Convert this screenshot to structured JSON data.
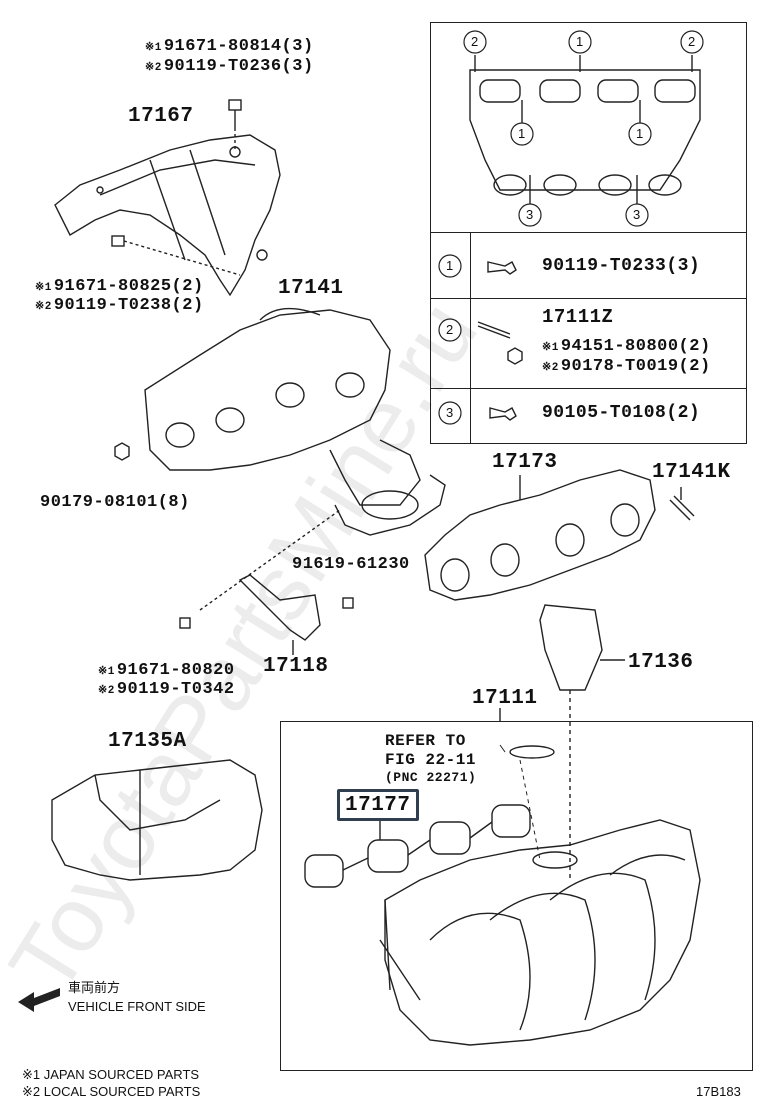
{
  "labels": {
    "heat_insulator_pn": "17167",
    "heat_insulator_bolt_1": "91671-80814(3)",
    "heat_insulator_bolt_2": "90119-T0236(3)",
    "heat_insulator_lower_bolt_1": "91671-80825(2)",
    "heat_insulator_lower_bolt_2": "90119-T0238(2)",
    "exhaust_manifold_pn": "17141",
    "nut_pn": "90179-08101(8)",
    "gasket_pn": "17173",
    "stud_pn": "17141K",
    "bracket_bolt_pn": "91619-61230",
    "bracket_pn": "17118",
    "bracket_lower_bolt_1": "91671-80820",
    "bracket_lower_bolt_2": "90119-T0342",
    "cover_pn": "17136",
    "intake_manifold_pn": "17111",
    "insulator_pn": "17135A",
    "refer_line1": "REFER TO",
    "refer_line2": "FIG 22-11",
    "refer_line3": "(PNC 22271)",
    "intake_gasket_pn": "17177",
    "vehicle_front_jp": "車両前方",
    "vehicle_front_en": "VEHICLE FRONT SIDE",
    "legend_japan": "JAPAN SOURCED PARTS",
    "legend_local": "LOCAL SOURCED PARTS",
    "diagram_code": "17B183",
    "mark_1": "※1",
    "mark_2": "※2",
    "watermark": "ToyotaPartsMine.ru"
  },
  "inset": {
    "callout_1": "1",
    "callout_2": "2",
    "callout_3": "3",
    "row1_pn": "90119-T0233(3)",
    "row2_pn": "17111Z",
    "row2_sub1": "94151-80800(2)",
    "row2_sub2": "90178-T0019(2)",
    "row3_pn": "90105-T0108(2)"
  },
  "colors": {
    "line": "#222222",
    "highlight": "#2f3f4f",
    "watermark": "#e6e6e6"
  }
}
